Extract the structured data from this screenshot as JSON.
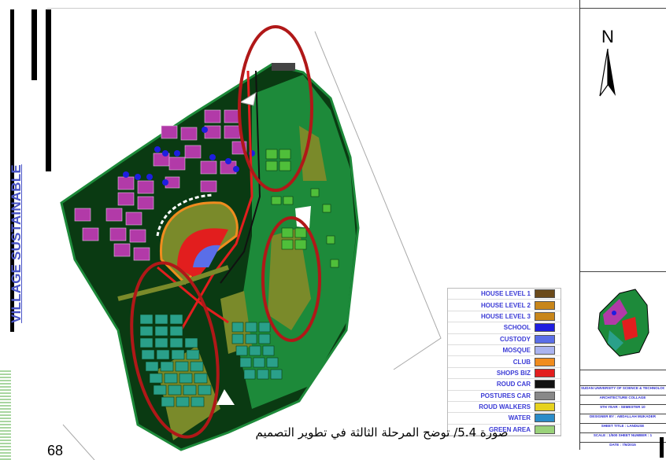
{
  "side_title": "VILLAGE SUSTAINABLE",
  "north_label": "N",
  "legend": [
    {
      "label": "HOUSE LEVEL 1",
      "color": "#6b4a1a"
    },
    {
      "label": "HOUSE LEVEL 2",
      "color": "#c8861a"
    },
    {
      "label": "HOUSE LEVEL 3",
      "color": "#c8861a"
    },
    {
      "label": "SCHOOL",
      "color": "#1e1ee0"
    },
    {
      "label": "CUSTODY",
      "color": "#5a6ee8"
    },
    {
      "label": "MOSQUE",
      "color": "#aab4f0"
    },
    {
      "label": "CLUB",
      "color": "#f08c1e"
    },
    {
      "label": "SHOPS BIZ",
      "color": "#e21e1e"
    },
    {
      "label": "ROUD CAR",
      "color": "#111111"
    },
    {
      "label": "POSTURES CAR",
      "color": "#888888"
    },
    {
      "label": "ROUD WALKERS",
      "color": "#e6d21e"
    },
    {
      "label": "WATER",
      "color": "#2a8cc8"
    },
    {
      "label": "GREEN AREA",
      "color": "#9ad27a"
    }
  ],
  "title_block": {
    "university": "SUDAN UNIVERSITY OF SCIENCE & TECHNOLOGY",
    "college": "ARCHITECTURE COLLAGE",
    "year": "5TH YEAR - SEMESTER 10",
    "designer": "DESIGNER BY : ABDALLAH MUKADER",
    "sheet_title": "SHEET TITLE : LANDUSE",
    "scale": "SCALE : 1/500      SHEET NUMBER : 1",
    "date": "DATE : 7/6/2015"
  },
  "caption": "صورة 5.4/ توضح المرحلة الثالثة  في تطوير التصميم",
  "page_number": "68",
  "colors": {
    "site_green": "#1d8a3a",
    "dark_green": "#0a3a12",
    "olive": "#7a8a2a",
    "magenta": "#b23aa8",
    "teal": "#2aa08a",
    "highlight_red": "#b01818",
    "accent_blue": "#4a55c8"
  }
}
